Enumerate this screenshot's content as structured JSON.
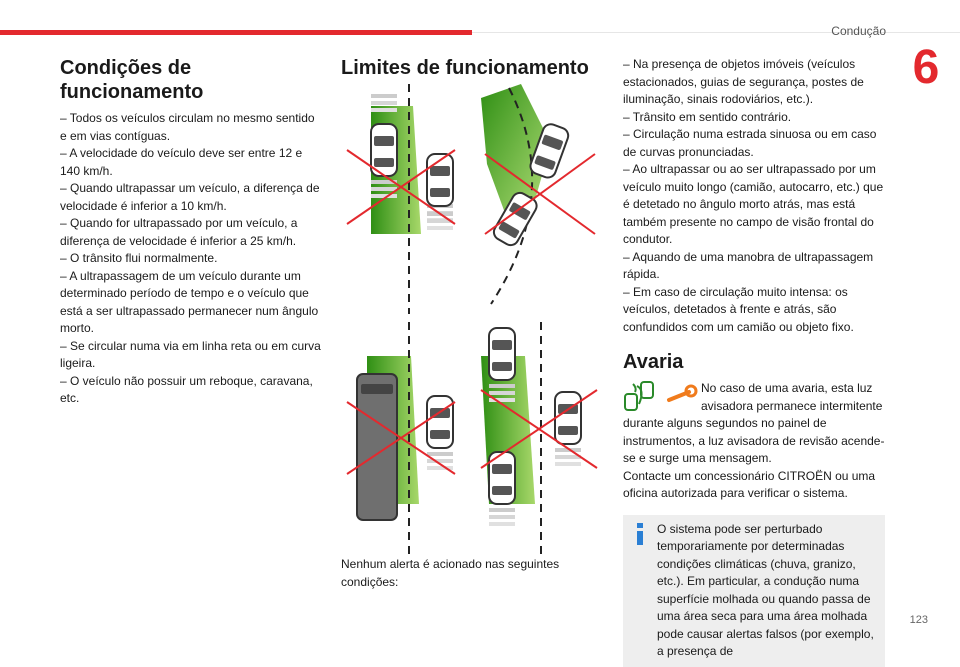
{
  "header": {
    "section": "Condução",
    "chapter": "6",
    "page_number": "123"
  },
  "col1": {
    "title": "Condições de funcionamento",
    "items": [
      "–  Todos os veículos circulam no mesmo sentido e em vias contíguas.",
      "–  A velocidade do veículo deve ser entre 12 e 140 km/h.",
      "–  Quando ultrapassar um veículo, a diferença de velocidade é inferior a 10 km/h.",
      "–  Quando for ultrapassado por um veículo, a diferença de velocidade é inferior a 25 km/h.",
      "–  O trânsito flui normalmente.",
      "–  A ultrapassagem de um veículo durante um determinado período de tempo e o veículo que está a ser ultrapassado permanecer num ângulo morto.",
      "–  Se circular numa via em linha reta ou em curva ligeira.",
      "–  O veículo não possuir um reboque, caravana, etc."
    ]
  },
  "col2": {
    "title": "Limites de funcionamento",
    "caption": "Nenhum alerta é acionado nas seguintes condições:"
  },
  "col3": {
    "items": [
      "–  Na presença de objetos imóveis (veículos estacionados, guias de segurança, postes de iluminação, sinais rodoviários, etc.).",
      "–  Trânsito em sentido contrário.",
      "–  Circulação numa estrada sinuosa ou em caso de curvas pronunciadas.",
      "–  Ao ultrapassar ou ao ser ultrapassado por um veículo muito longo (camião, autocarro, etc.) que é detetado no ângulo morto atrás, mas está também presente no campo de visão frontal do condutor.",
      "–  Aquando de uma manobra de ultrapassagem rápida.",
      "–  Em caso de circulação muito intensa: os veículos, detetados à frente e atrás, são confundidos com um camião ou objeto fixo."
    ],
    "avaria_title": "Avaria",
    "avaria_text": "No caso de uma avaria, esta luz avisadora permanece intermitente durante alguns segundos no painel de instrumentos, a luz avisadora de revisão acende-se e surge uma mensagem.",
    "avaria_text2": "Contacte um concessionário CITROËN ou uma oficina autorizada para verificar o sistema.",
    "note_text": "O sistema pode ser perturbado temporariamente por determinadas condições climáticas (chuva, granizo, etc.). Em particular, a condução numa superfície molhada ou quando passa de uma área seca para uma área molhada pode causar alertas falsos (por exemplo, a presença de"
  },
  "colors": {
    "accent": "#e3292e",
    "green": "#3a9a1a",
    "warning_icon": "#2a8a2a",
    "service_icon": "#f07b1c",
    "info_icon": "#2a7fd4"
  }
}
